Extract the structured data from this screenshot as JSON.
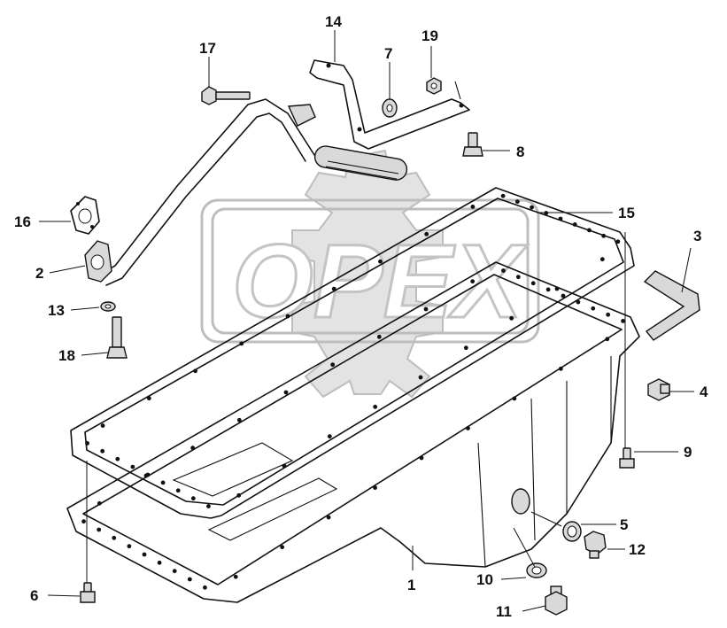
{
  "watermark": {
    "text": "OPEX"
  },
  "callouts": [
    "14",
    "19",
    "7",
    "17",
    "8",
    "16",
    "2",
    "13",
    "18",
    "15",
    "3",
    "4",
    "9",
    "5",
    "12",
    "10",
    "11",
    "6",
    "1"
  ]
}
